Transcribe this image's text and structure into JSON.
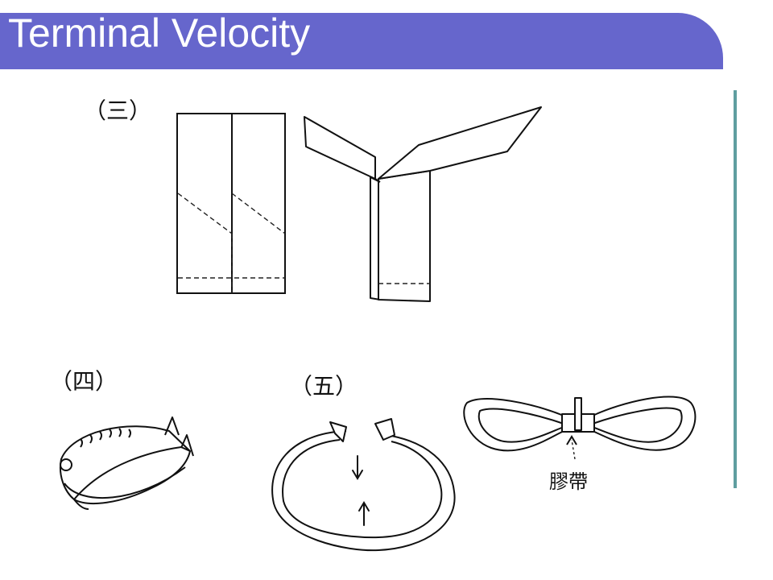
{
  "slide": {
    "title": "Terminal Velocity",
    "accent_color": "#6666cc",
    "rule_color": "#5f9ea0"
  },
  "figure": {
    "step_labels": [
      "（三）",
      "（四）",
      "（五）"
    ],
    "tape_label": "膠帶"
  }
}
